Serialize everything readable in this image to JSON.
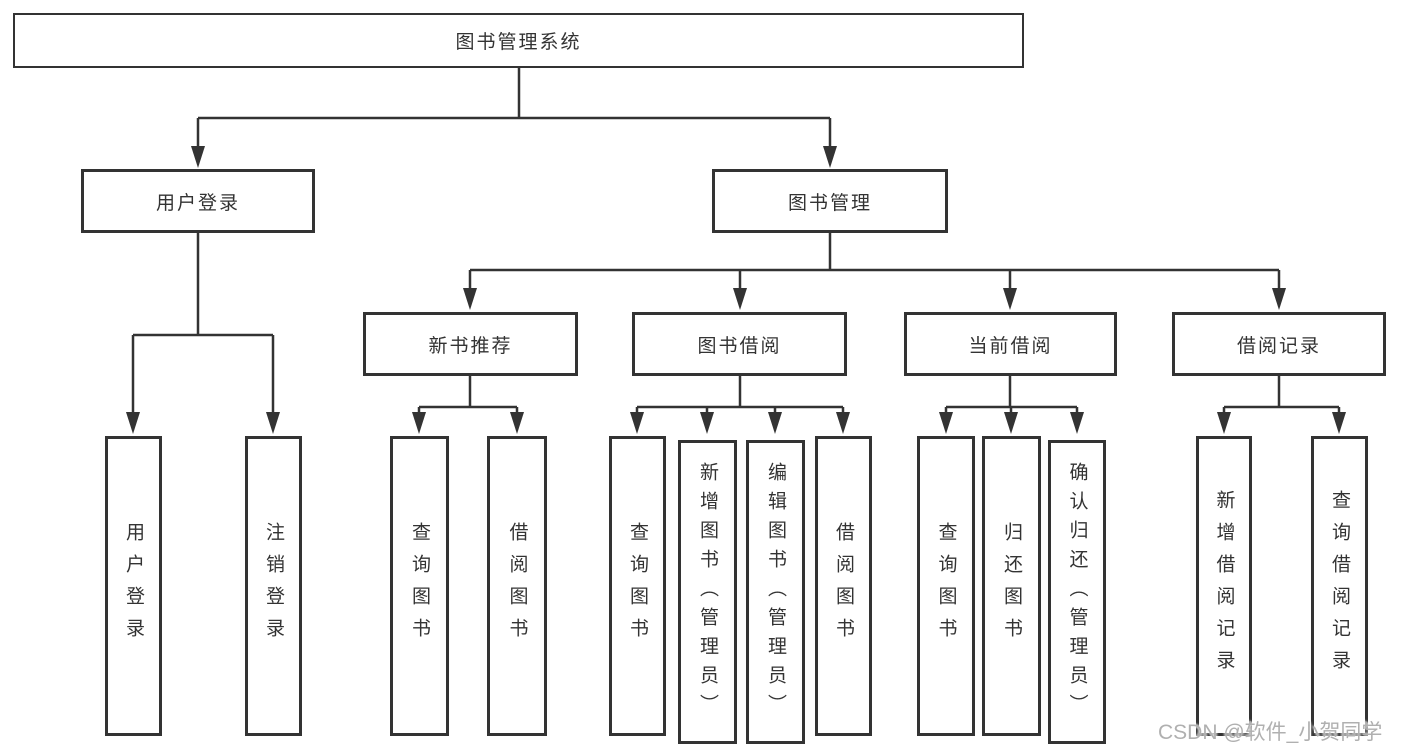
{
  "tree": {
    "root": "图书管理系统",
    "branches": [
      {
        "label": "用户登录",
        "children": [
          {
            "label": "用户登录"
          },
          {
            "label": "注销登录"
          }
        ]
      },
      {
        "label": "图书管理",
        "children": [
          {
            "label": "新书推荐",
            "children": [
              {
                "label": "查询图书"
              },
              {
                "label": "借阅图书"
              }
            ]
          },
          {
            "label": "图书借阅",
            "children": [
              {
                "label": "查询图书"
              },
              {
                "label": "新增图书（管理员）"
              },
              {
                "label": "编辑图书（管理员）"
              },
              {
                "label": "借阅图书"
              }
            ]
          },
          {
            "label": "当前借阅",
            "children": [
              {
                "label": "查询图书"
              },
              {
                "label": "归还图书"
              },
              {
                "label": "确认归还（管理员）"
              }
            ]
          },
          {
            "label": "借阅记录",
            "children": [
              {
                "label": "新增借阅记录"
              },
              {
                "label": "查询借阅记录"
              }
            ]
          }
        ]
      }
    ]
  },
  "watermark": "CSDN @软件_小贺同学",
  "colors": {
    "line": "#333333",
    "box_border": "#333333",
    "text": "#333333",
    "background": "#ffffff",
    "watermark": "#b0b0b0"
  }
}
